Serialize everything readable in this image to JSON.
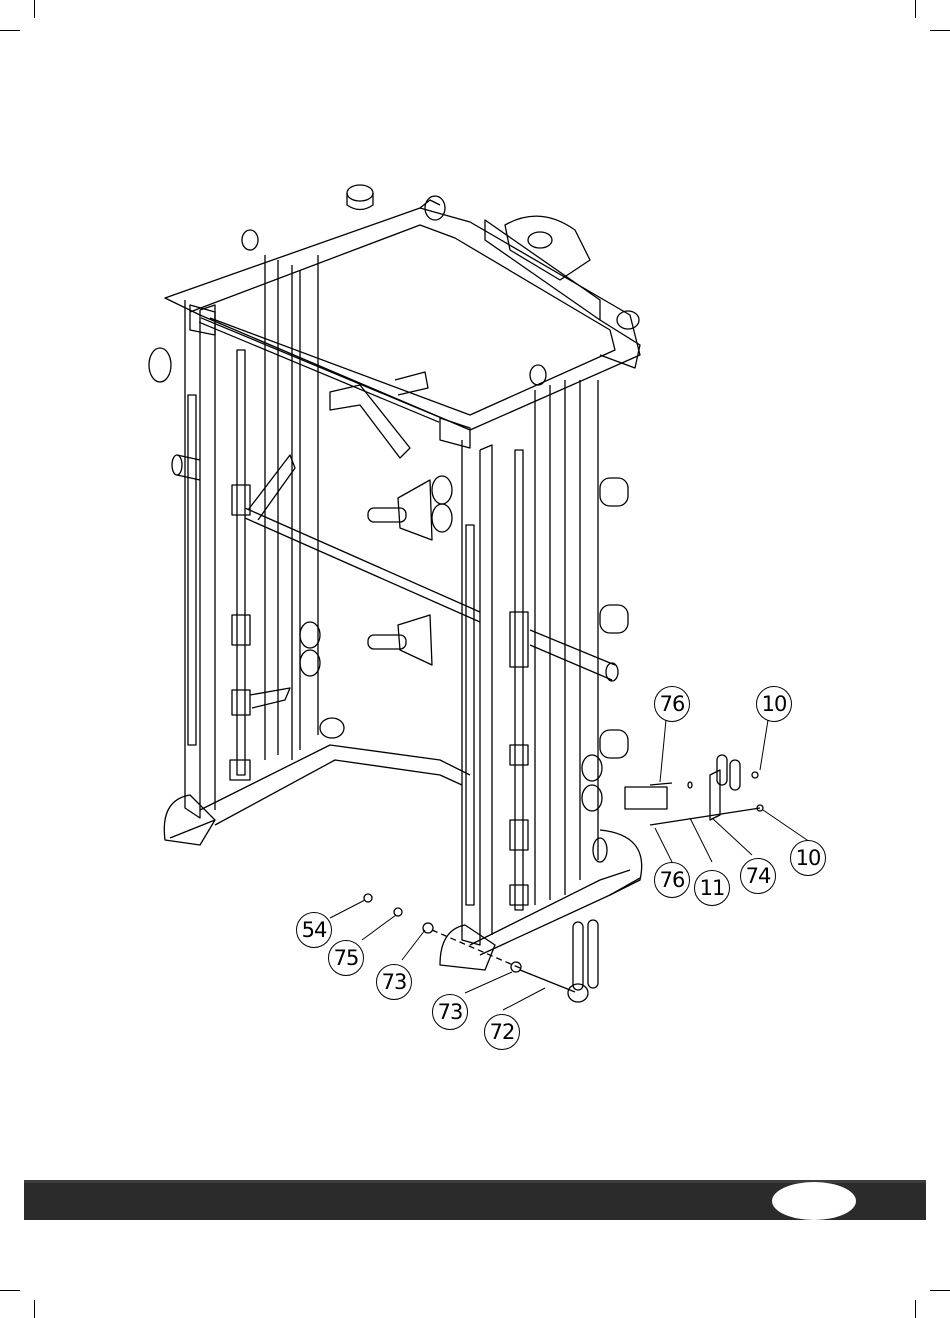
{
  "diagram": {
    "callouts": [
      {
        "id": "76-top",
        "label": "76"
      },
      {
        "id": "10-top",
        "label": "10"
      },
      {
        "id": "10-right",
        "label": "10"
      },
      {
        "id": "76-bottom",
        "label": "76"
      },
      {
        "id": "11",
        "label": "11"
      },
      {
        "id": "74",
        "label": "74"
      },
      {
        "id": "54",
        "label": "54"
      },
      {
        "id": "75",
        "label": "75"
      },
      {
        "id": "73-left",
        "label": "73"
      },
      {
        "id": "73-right",
        "label": "73"
      },
      {
        "id": "72",
        "label": "72"
      }
    ],
    "colors": {
      "line": "#000000",
      "footer": "#2b2b2b",
      "paper": "#ffffff"
    }
  },
  "footer": {
    "page_number": ""
  }
}
